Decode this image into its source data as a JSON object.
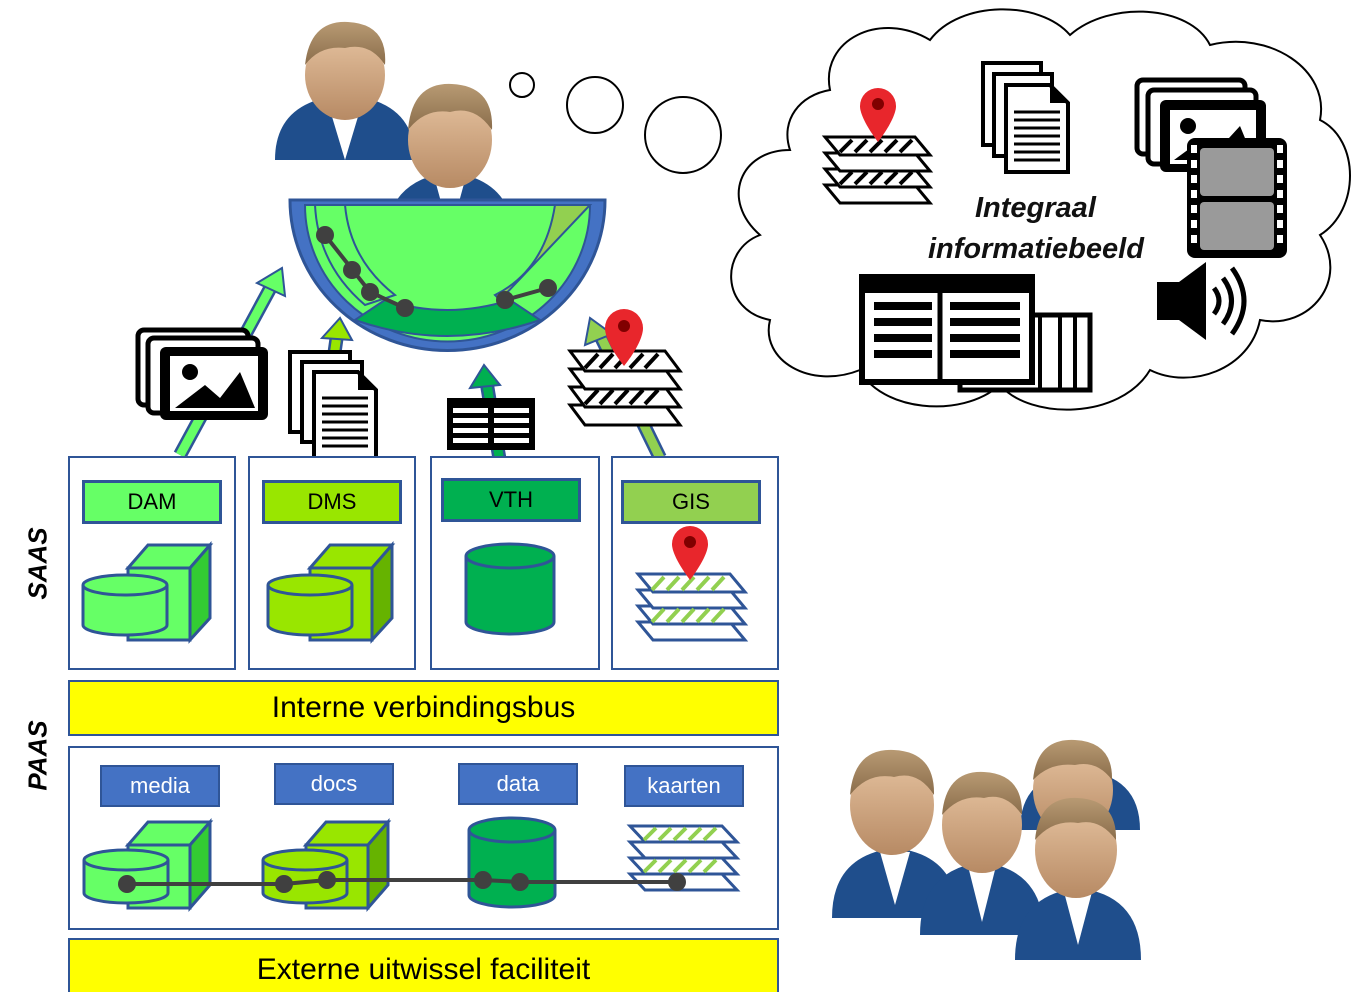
{
  "side_labels": {
    "saas": "SAAS",
    "paas": "PAAS"
  },
  "saas_services": [
    {
      "label": "DAM",
      "color": "#66ff66"
    },
    {
      "label": "DMS",
      "color": "#99e600"
    },
    {
      "label": "VTH",
      "color": "#00b050"
    },
    {
      "label": "GIS",
      "color": "#92d050"
    }
  ],
  "internal_bus": "Interne verbindingsbus",
  "external_bus": "Externe uitwissel faciliteit",
  "paas_stores": [
    "media",
    "docs",
    "data",
    "kaarten"
  ],
  "cloud": {
    "line1": "Integraal",
    "line2": "informatiebeeld"
  },
  "colors": {
    "blue_border": "#2f5597",
    "blue_fill": "#4472c4",
    "bus_yellow": "#ffff00",
    "marker_red": "#e8262c"
  }
}
